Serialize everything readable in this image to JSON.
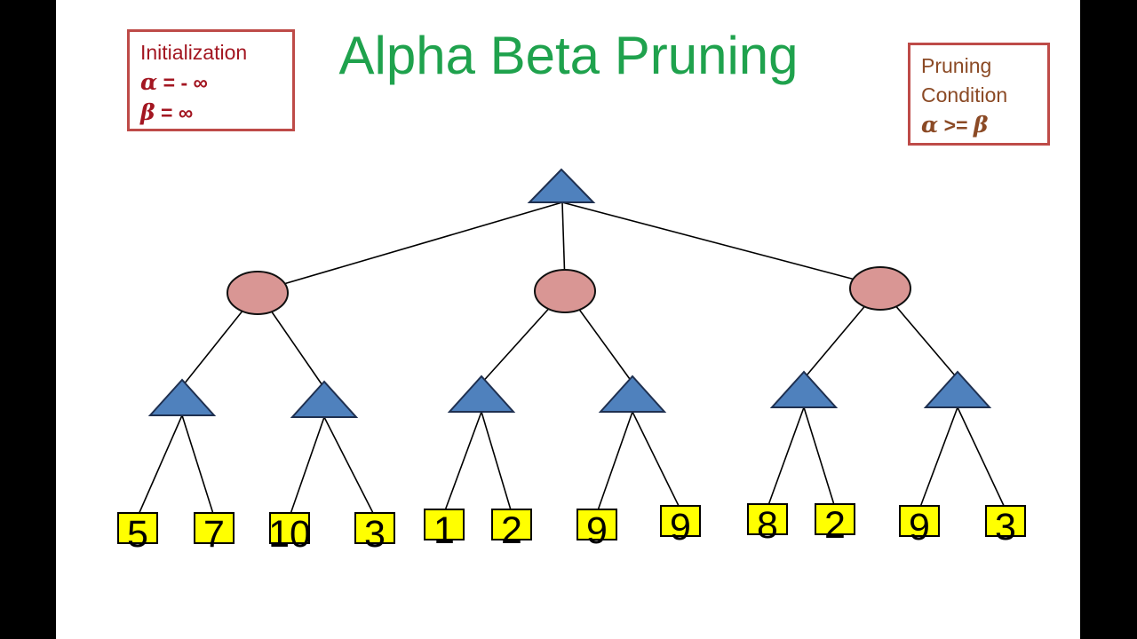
{
  "title": "Alpha Beta Pruning",
  "init_box": {
    "heading": "Initialization",
    "alpha_symbol": "α",
    "alpha_value": " = - ∞",
    "beta_symbol": "β",
    "beta_value": " = ∞"
  },
  "pruning_box": {
    "line1": "Pruning",
    "line2": "Condition",
    "alpha_symbol": "α",
    "operator": " >= ",
    "beta_symbol": "β"
  },
  "tree": {
    "root_type": "maximizer-triangle",
    "level2_type": "minimizer-ellipse",
    "level3_type": "maximizer-triangle",
    "leaves": [
      "5",
      "7",
      "10",
      "3",
      "1",
      "2",
      "9",
      "9",
      "8",
      "2",
      "9",
      "3"
    ]
  },
  "colors": {
    "title_green": "#1FA24D",
    "callout_border_red": "#BE4B48",
    "init_text_red": "#A31621",
    "pruning_text_brown": "#8B4A25",
    "max_node_blue": "#4F81BD",
    "min_node_pink": "#D99694",
    "leaf_yellow": "#FFFF00",
    "edge_black": "#000000"
  }
}
